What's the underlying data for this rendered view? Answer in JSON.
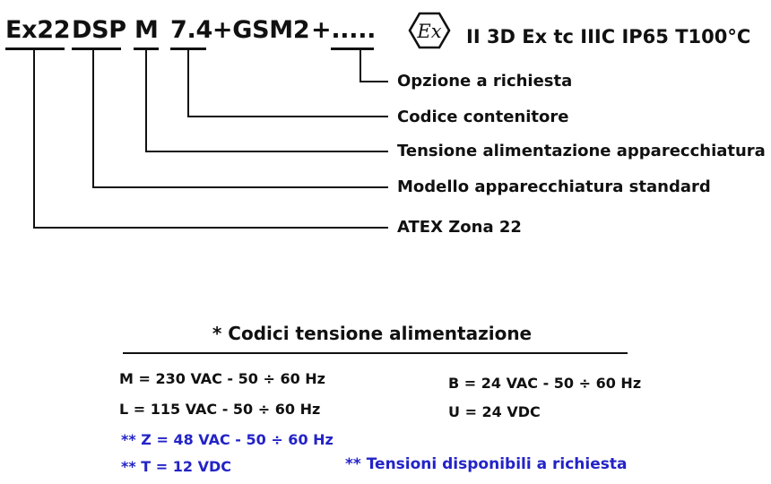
{
  "code_parts": [
    {
      "id": "ex22",
      "text": "Ex22"
    },
    {
      "id": "dsp",
      "text": "DSP"
    },
    {
      "id": "m",
      "text": "M"
    },
    {
      "id": "container",
      "text": "7.4+GSM2"
    },
    {
      "id": "option",
      "text": "+....."
    }
  ],
  "legend": [
    {
      "id": "option",
      "label": "Opzione a richiesta"
    },
    {
      "id": "container",
      "label": "Codice contenitore"
    },
    {
      "id": "voltage",
      "label": "Tensione alimentazione apparecchiatura *"
    },
    {
      "id": "model",
      "label": "Modello apparecchiatura standard"
    },
    {
      "id": "atex",
      "label": "ATEX Zona 22"
    }
  ],
  "ex_symbol": {
    "letters": "Ex",
    "icon": "atex-ex-hexagon-icon"
  },
  "marking": "II 3D Ex tc IIIC IP65 T100°C",
  "voltage_section": {
    "title": "* Codici tensione alimentazione",
    "left": [
      "M = 230 VAC - 50 ÷ 60 Hz",
      "L = 115 VAC - 50 ÷ 60 Hz"
    ],
    "right": [
      "B = 24 VAC - 50 ÷ 60 Hz",
      "U = 24 VDC"
    ],
    "on_request": [
      "** Z = 48 VAC - 50 ÷ 60 Hz",
      "** T = 12 VDC"
    ],
    "on_request_note": "** Tensioni disponibili a richiesta"
  },
  "colors": {
    "text": "#111111",
    "on_request": "#2323c8"
  }
}
